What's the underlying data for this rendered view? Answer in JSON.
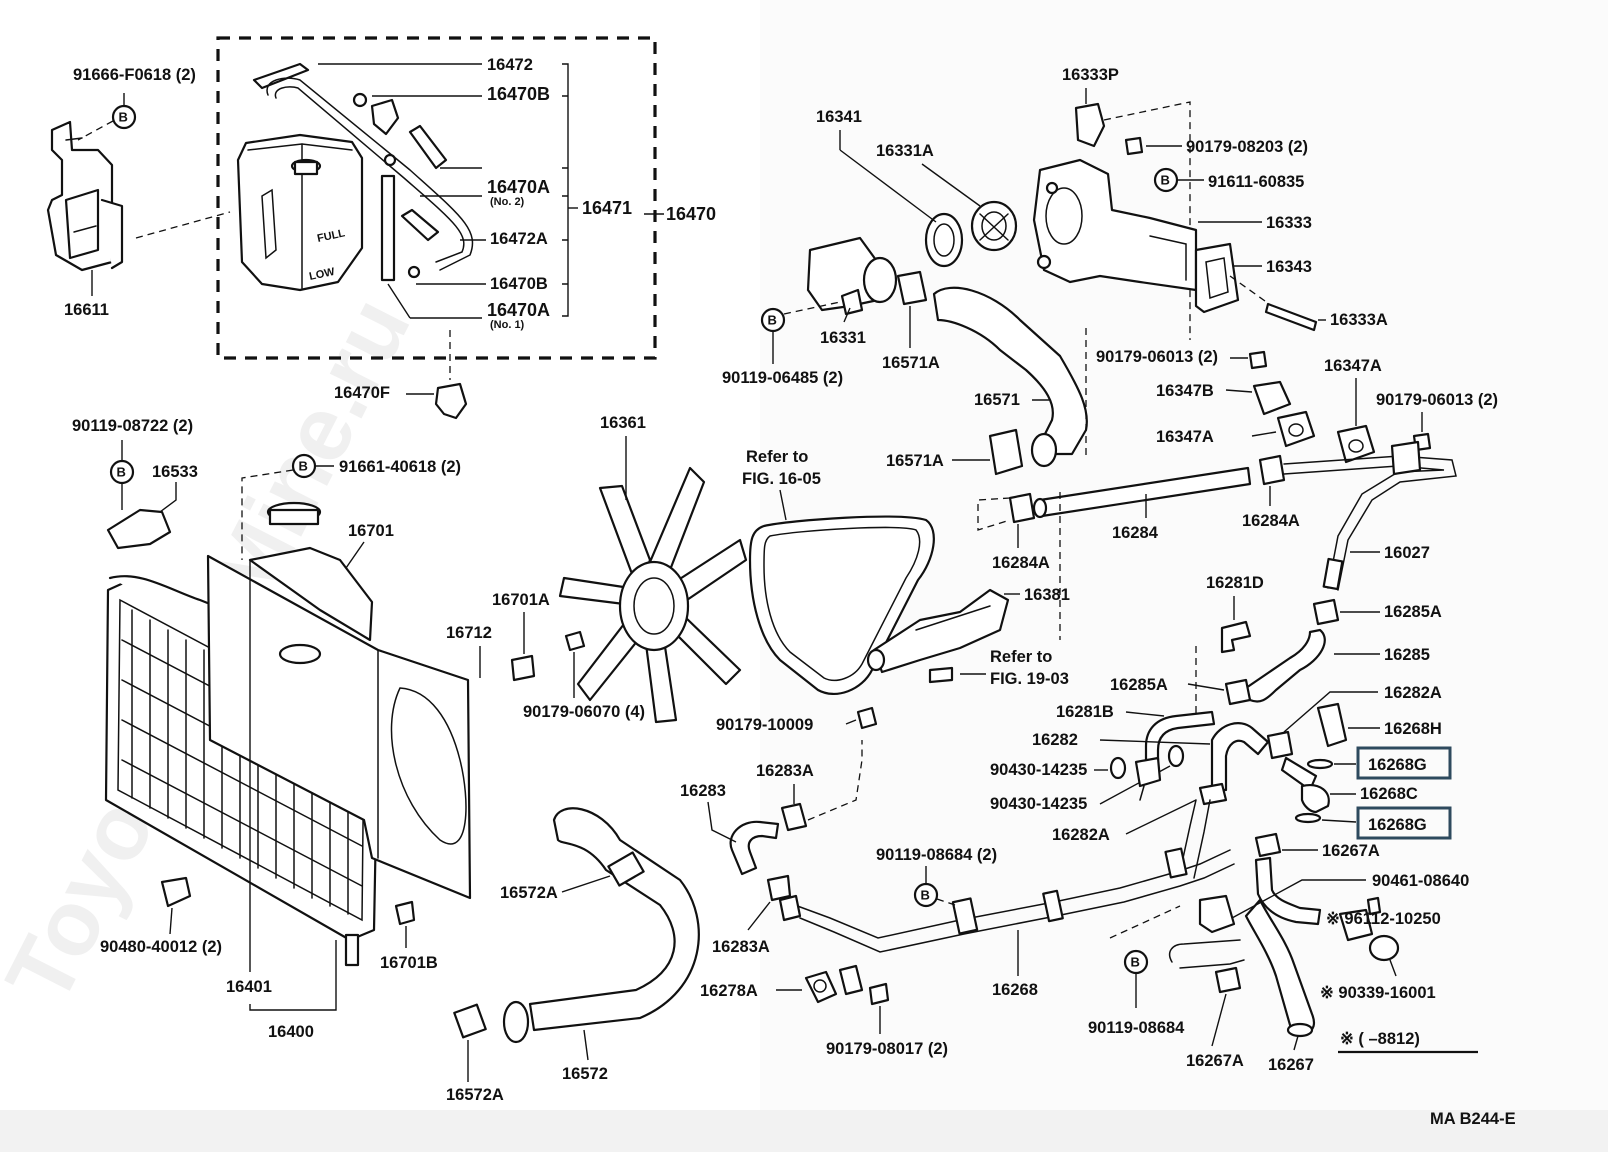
{
  "watermark": "ToyotaCarMine.ru",
  "figure_code": "MA B244-E",
  "note_marker": "※",
  "note_range": "※ (      –8812)",
  "highlight_color": "#2e4a5e",
  "labels": {
    "p91666": "91666-F0618 (2)",
    "p16611": "16611",
    "p16472": "16472",
    "p16470B1": "16470B",
    "p16470A2": "16470A",
    "p16470A2sub": "(No. 2)",
    "p16471": "16471",
    "p16470": "16470",
    "p16472A": "16472A",
    "p16470B2": "16470B",
    "p16470A1": "16470A",
    "p16470A1sub": "(No. 1)",
    "p16470F": "16470F",
    "p90119_08722": "90119-08722 (2)",
    "p16533": "16533",
    "p91661": "91661-40618 (2)",
    "p16701": "16701",
    "p16361": "16361",
    "p16701A": "16701A",
    "p16712": "16712",
    "p90179_06070": "90179-06070 (4)",
    "p90480": "90480-40012 (2)",
    "p16401": "16401",
    "p16400": "16400",
    "p16701B": "16701B",
    "p16572A1": "16572A",
    "p16572": "16572",
    "p16572A2": "16572A",
    "p16333P": "16333P",
    "p90179_08203": "90179-08203 (2)",
    "p91611": "91611-60835",
    "p16333": "16333",
    "p16343": "16343",
    "p16333A": "16333A",
    "p16341": "16341",
    "p16331A": "16331A",
    "p16331": "16331",
    "p16571A1": "16571A",
    "p90119_06485": "90119-06485 (2)",
    "p16571": "16571",
    "p16571A2": "16571A",
    "p90179_06013a": "90179-06013 (2)",
    "p16347B": "16347B",
    "p16347A1": "16347A",
    "p16347A2": "16347A",
    "p90179_06013b": "90179-06013 (2)",
    "refer1a": "Refer to",
    "refer1b": "FIG. 16-05",
    "p16284": "16284",
    "p16284A1": "16284A",
    "p16284A2": "16284A",
    "p16027": "16027",
    "p16381": "16381",
    "refer2a": "Refer to",
    "refer2b": "FIG. 19-03",
    "p90179_10009": "90179-10009",
    "p16281D": "16281D",
    "p16285A1": "16285A",
    "p16285": "16285",
    "p16285A2": "16285A",
    "p16282A1": "16282A",
    "p16281B": "16281B",
    "p16282": "16282",
    "p16268H": "16268H",
    "p16268G1": "16268G",
    "p16268C": "16268C",
    "p16268G2": "16268G",
    "p90430a": "90430-14235",
    "p90430b": "90430-14235",
    "p16282A2": "16282A",
    "p16283A1": "16283A",
    "p16283": "16283",
    "p90119_08684a": "90119-08684 (2)",
    "p16267A1": "16267A",
    "p90461": "90461-08640",
    "p96112": "※ 96112-10250",
    "p16283A2": "16283A",
    "p16278A": "16278A",
    "p16268": "16268",
    "p90339": "※ 90339-16001",
    "p90179_08017": "90179-08017 (2)",
    "p90119_08684b": "90119-08684",
    "p16267A2": "16267A",
    "p16267": "16267",
    "tank_full": "FULL",
    "tank_low": "LOW",
    "circleB": "B"
  }
}
